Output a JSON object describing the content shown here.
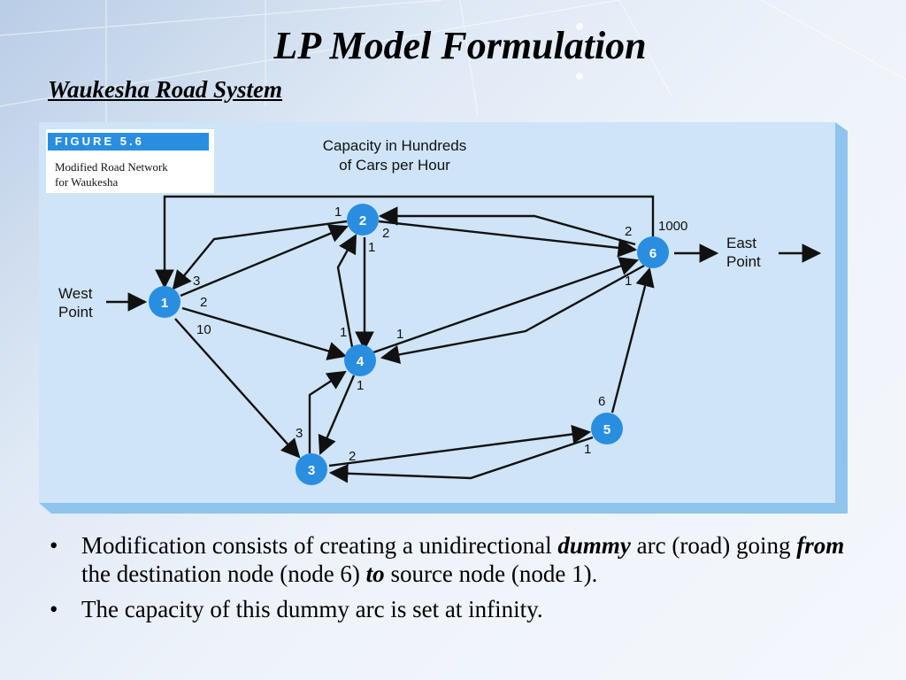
{
  "title": "LP Model Formulation",
  "subtitle": "Waukesha Road System",
  "figure": {
    "tag": "FIGURE 5.6",
    "caption_lines": [
      "Modified Road Network",
      "for Waukesha"
    ],
    "heading_lines": [
      "Capacity in Hundreds",
      "of Cars per Hour"
    ],
    "west_lines": [
      "West",
      "Point"
    ],
    "east_lines": [
      "East",
      "Point"
    ],
    "nodes": [
      {
        "id": "1",
        "label": "1"
      },
      {
        "id": "2",
        "label": "2"
      },
      {
        "id": "3",
        "label": "3"
      },
      {
        "id": "4",
        "label": "4"
      },
      {
        "id": "5",
        "label": "5"
      },
      {
        "id": "6",
        "label": "6"
      }
    ],
    "capacities": {
      "n1_to_2": "3",
      "n2_to_1": "1",
      "n1_to_4": "2",
      "n1_to_3": "10",
      "n2_to_6": "2",
      "n6_to_2": "2",
      "n2_to_4": "1",
      "n4_to_2": "1",
      "n4_to_6": "1",
      "n6_to_4": "1",
      "n4_to_3": "1",
      "n3_to_4": "3",
      "n3_to_5": "2",
      "n5_to_3": "1",
      "n5_to_6": "6",
      "dummy": "1000"
    }
  },
  "bullets": [
    {
      "parts": [
        {
          "text": "Modification consists of creating a unidirectional ",
          "style": "normal"
        },
        {
          "text": "dummy",
          "style": "emph"
        },
        {
          "text": " arc (road) going ",
          "style": "normal"
        },
        {
          "text": "from",
          "style": "emph"
        },
        {
          "text": " the destination node (node 6) ",
          "style": "normal"
        },
        {
          "text": "to",
          "style": "emph"
        },
        {
          "text": " source node (node 1).",
          "style": "normal"
        }
      ]
    },
    {
      "parts": [
        {
          "text": "The capacity of this dummy arc is set at infinity.",
          "style": "normal"
        }
      ]
    }
  ],
  "colors": {
    "node_fill": "#2a8ee0",
    "panel_bg": "#cfe4f7",
    "panel_edge": "#8ec4ee",
    "tag_bg": "#2a8ee0"
  }
}
